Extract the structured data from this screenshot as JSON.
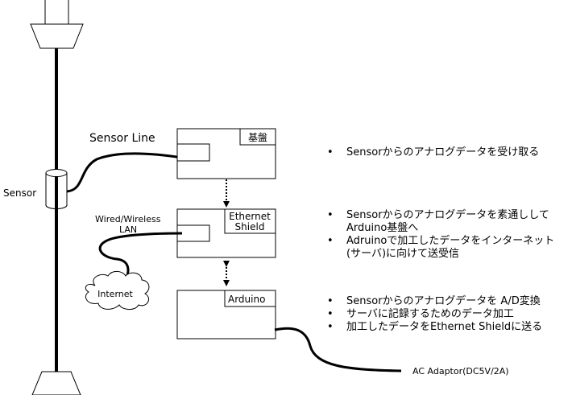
{
  "labels": {
    "sensor_line": "Sensor Line",
    "sensor": "Sensor",
    "kiban": "基盤",
    "ethernet_shield_line1": "Ethernet",
    "ethernet_shield_line2": "Shield",
    "wired_wireless": "Wired/Wireless",
    "lan": "LAN",
    "internet": "Internet",
    "arduino": "Arduino",
    "ac_adaptor": "AC Adaptor(DC5V/2A)"
  },
  "notes": {
    "group1": [
      "Sensorからのアナログデータを受け取る"
    ],
    "group2": [
      "Sensorからのアナログデータを素通しして Arduino基盤へ",
      "Adruinoで加工したデータをインターネット (サーバ)に向けて送受信"
    ],
    "group3": [
      "Sensorからのアナログデータを A/D変換",
      "サーバに記録するためのデータ加工",
      "加工したデータをEthernet Shieldに送る"
    ]
  }
}
